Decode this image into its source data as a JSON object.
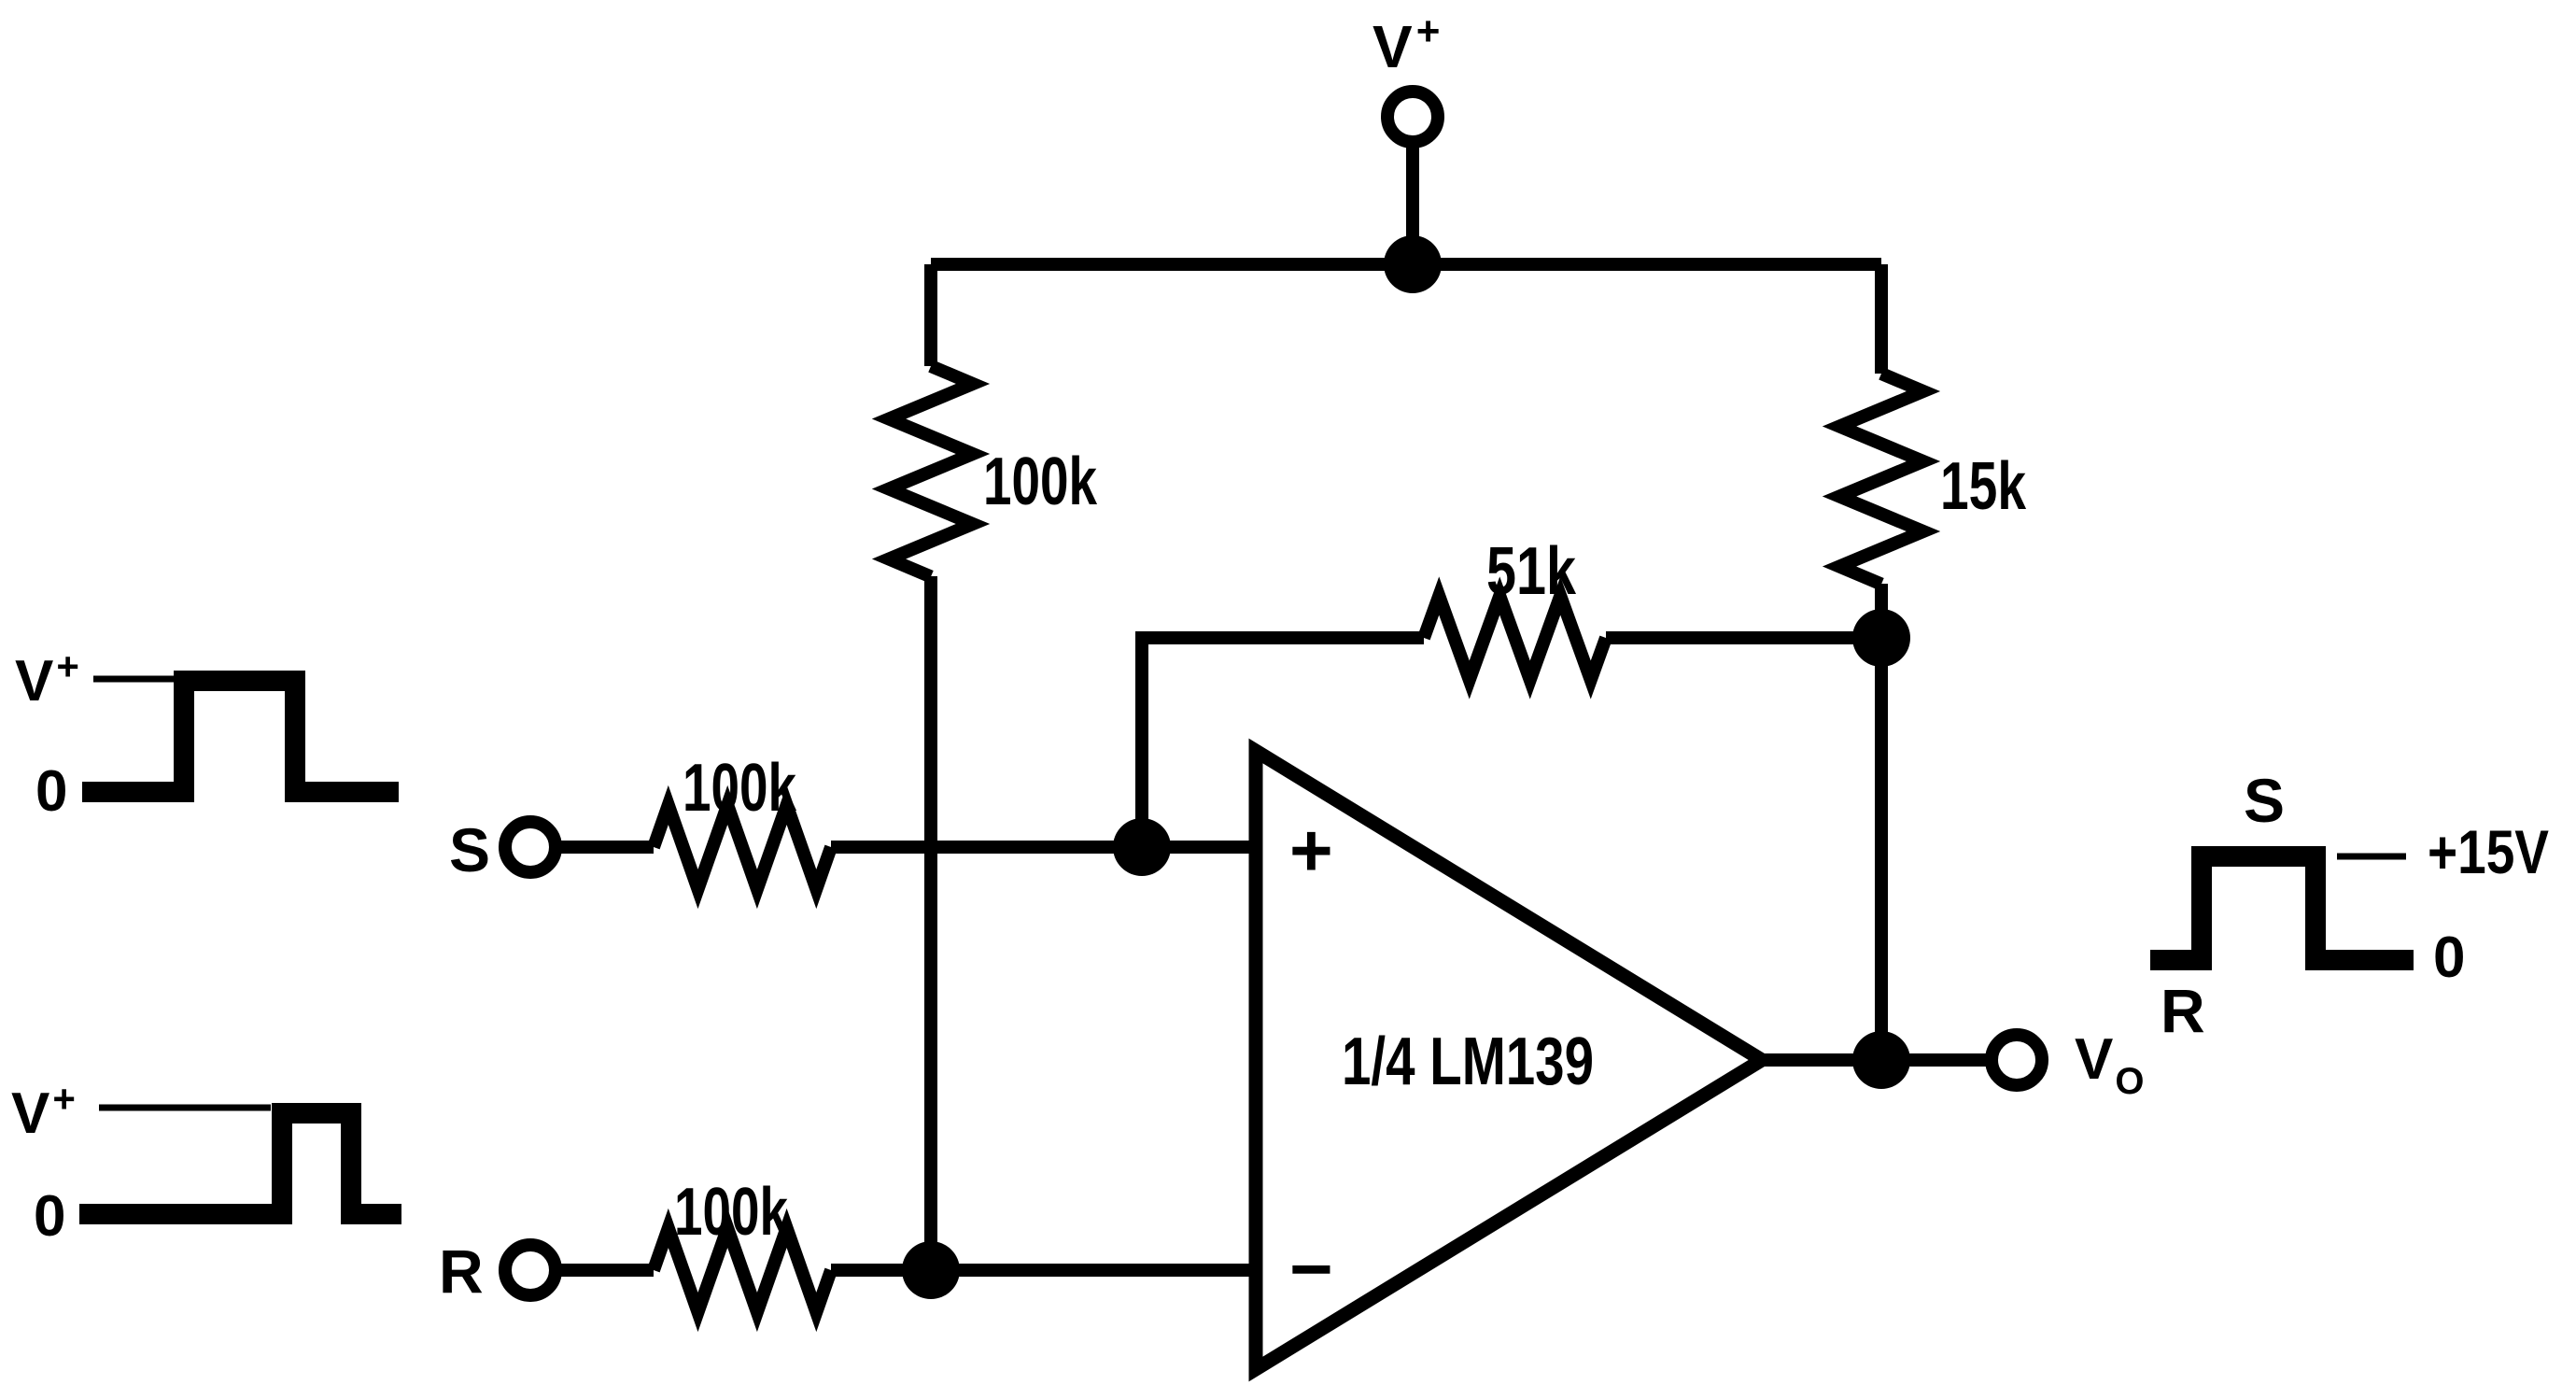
{
  "colors": {
    "ink": "#000000",
    "paper": "#ffffff"
  },
  "supply": {
    "label": "V",
    "sup": "+"
  },
  "resistors": {
    "pullup_r_input": {
      "value": "100k"
    },
    "pullup_output": {
      "value": "15k"
    },
    "feedback": {
      "value": "51k"
    },
    "s_series": {
      "value": "100k"
    },
    "r_series": {
      "value": "100k"
    }
  },
  "comparator": {
    "label": "1/4 LM139",
    "noninverting": "+",
    "inverting": "−"
  },
  "inputs": {
    "set": {
      "label": "S"
    },
    "reset": {
      "label": "R"
    }
  },
  "output": {
    "label": "V",
    "sub": "O"
  },
  "waveforms": {
    "set_input": {
      "high_label": "V",
      "high_sup": "+",
      "low_label": "0"
    },
    "reset_input": {
      "high_label": "V",
      "high_sup": "+",
      "low_label": "0"
    },
    "output": {
      "rise_label": "S",
      "fall_label": "R",
      "high_label": "+15V",
      "low_label": "0"
    }
  }
}
